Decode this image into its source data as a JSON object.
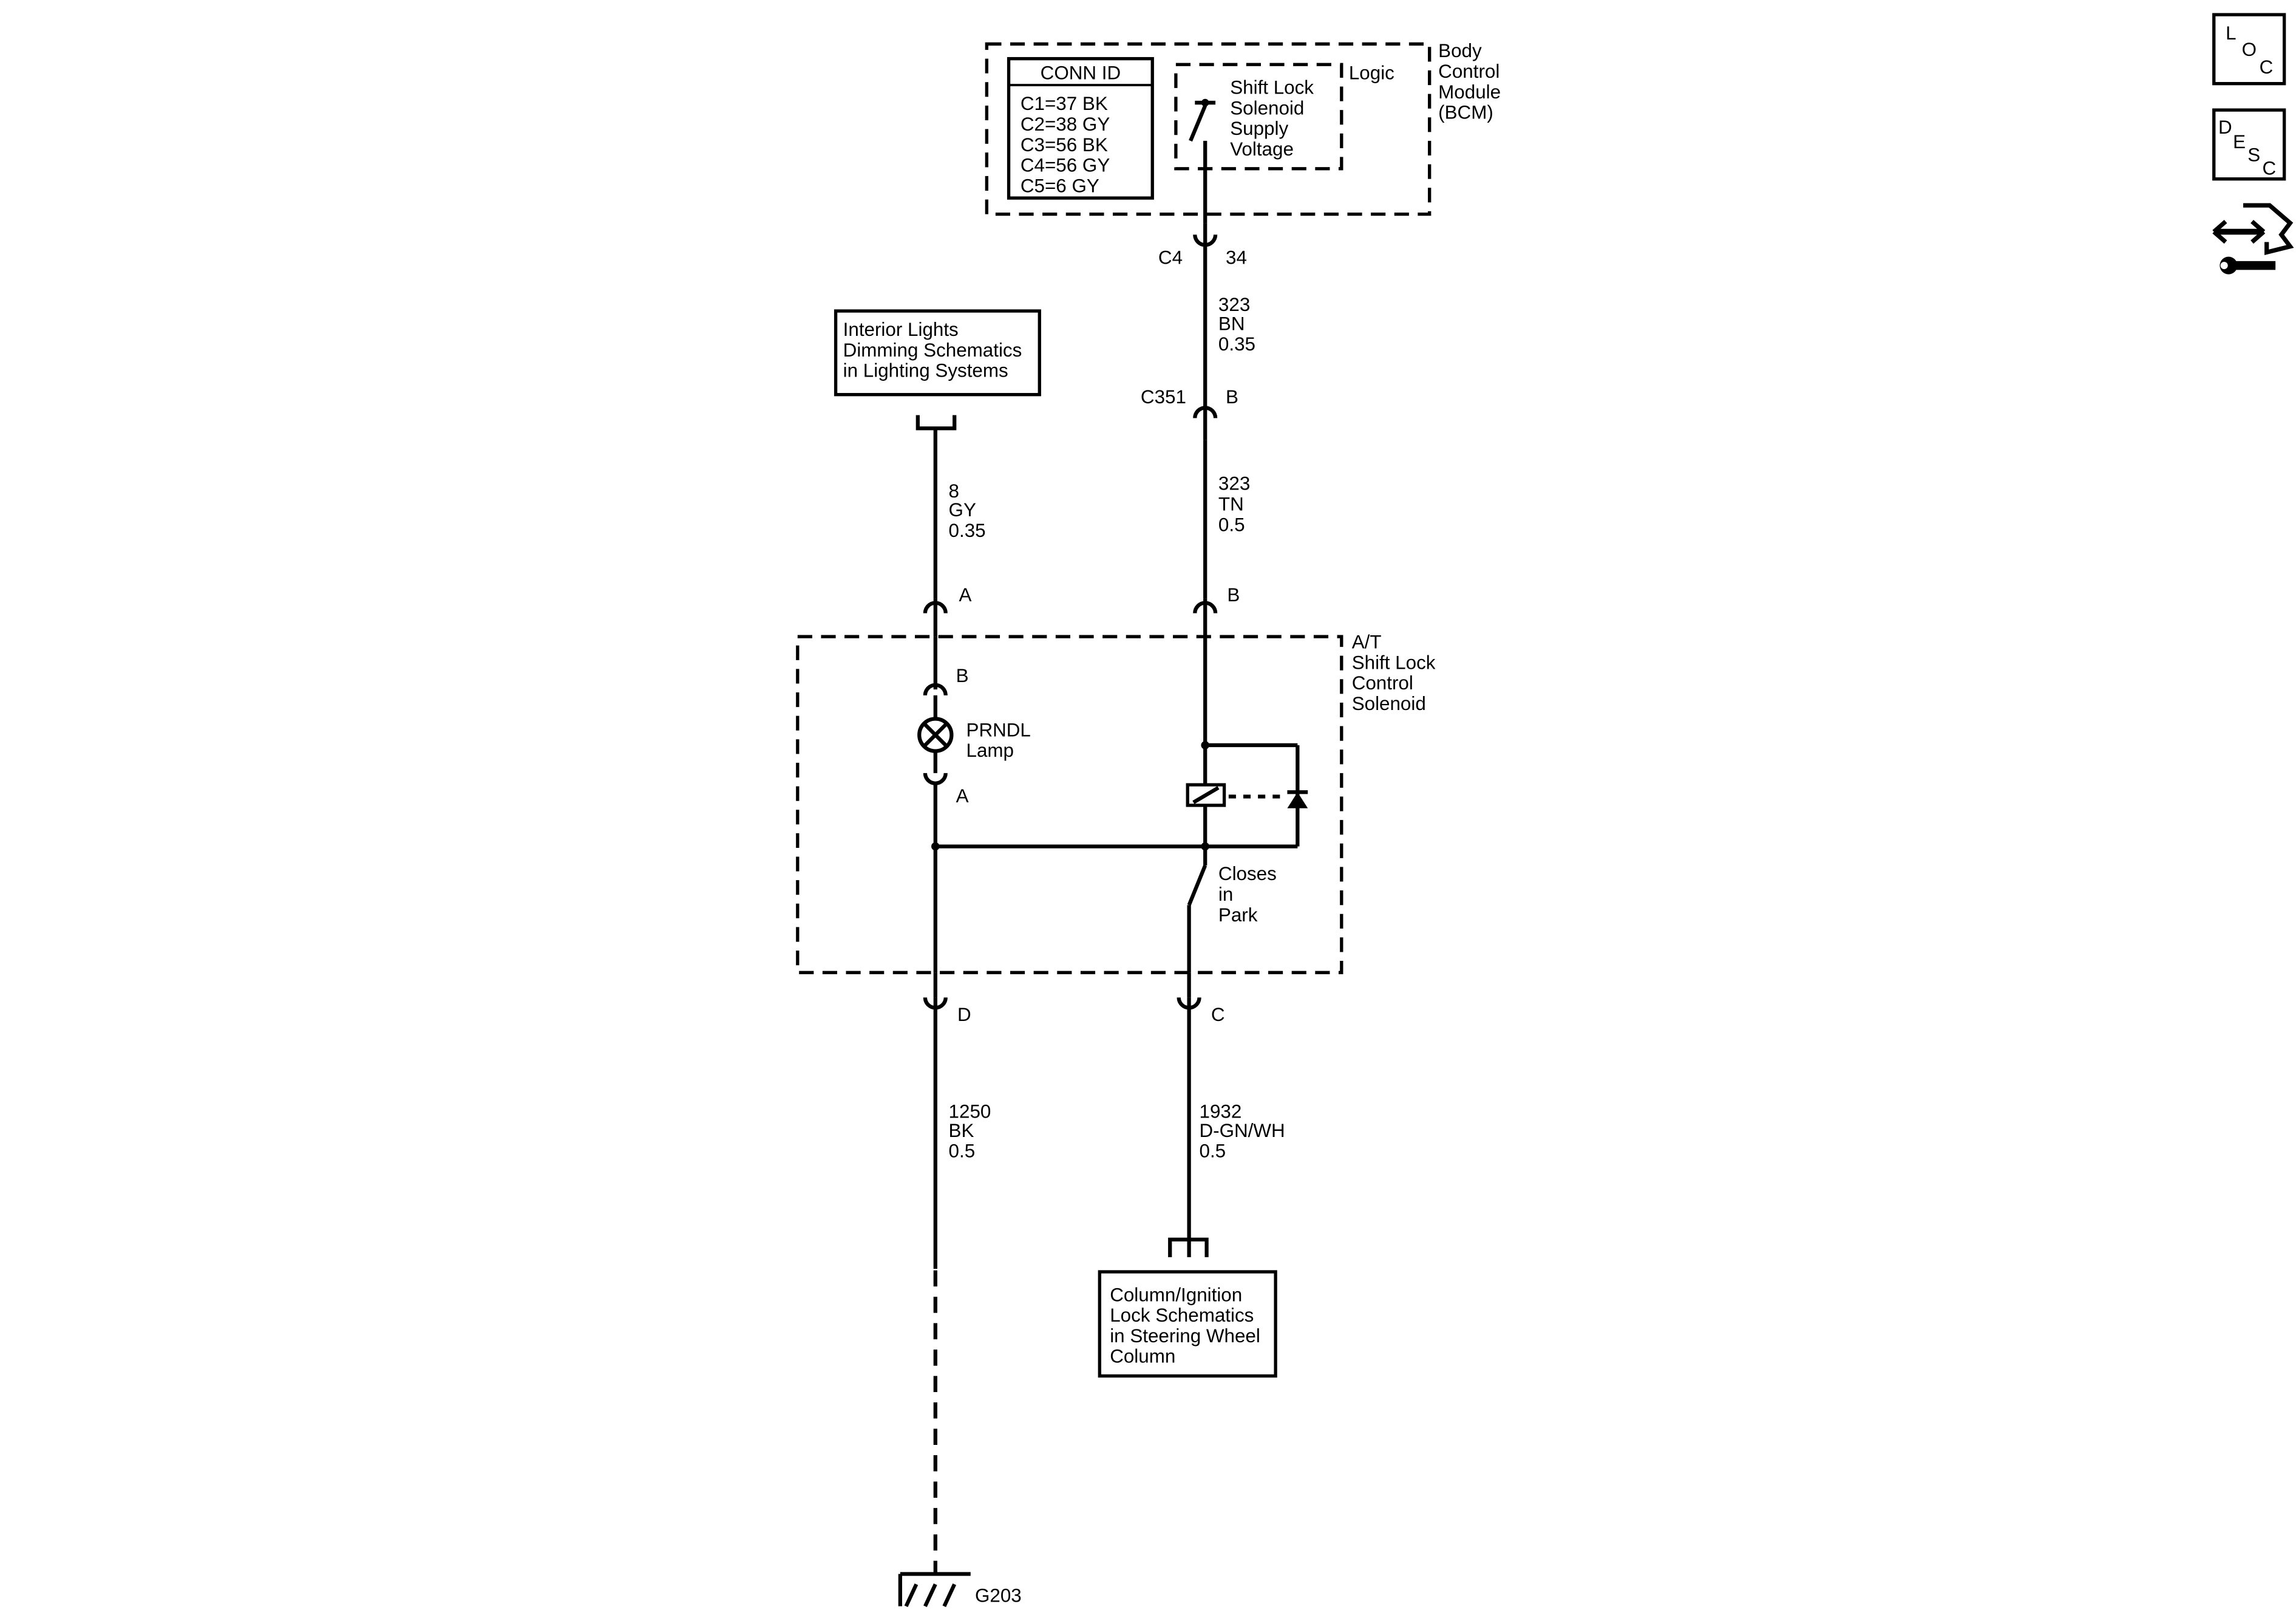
{
  "bcm": {
    "label": [
      "Body",
      "Control",
      "Module",
      "(BCM)"
    ],
    "logic_label": "Logic",
    "conn_id_title": "CONN ID",
    "conn_id_rows": [
      "C1=37 BK",
      "C2=38 GY",
      "C3=56 BK",
      "C4=56 GY",
      "C5=6 GY"
    ],
    "switch_label": [
      "Shift Lock",
      "Solenoid",
      "Supply",
      "Voltage"
    ],
    "connector": "C4",
    "pin": "34"
  },
  "wire_bcm": {
    "circuit": "323",
    "color": "BN",
    "size": "0.35"
  },
  "inline_connector": {
    "name": "C351",
    "pin": "B"
  },
  "wire_solenoid_feed": {
    "circuit": "323",
    "color": "TN",
    "size": "0.5"
  },
  "interior_lights_ref": [
    "Interior Lights",
    "Dimming Schematics",
    "in Lighting Systems"
  ],
  "wire_dimming": {
    "circuit": "8",
    "color": "GY",
    "size": "0.35"
  },
  "solenoid_assembly": {
    "label": [
      "A/T",
      "Shift Lock",
      "Control",
      "Solenoid"
    ],
    "pin_a": "A",
    "pin_b": "B",
    "pin_c": "C",
    "pin_d": "D",
    "lamp_pin_top": "B",
    "lamp_pin_bottom": "A",
    "lamp_label": [
      "PRNDL",
      "Lamp"
    ],
    "switch_label": [
      "Closes",
      "in",
      "Park"
    ]
  },
  "wire_ground": {
    "circuit": "1250",
    "color": "BK",
    "size": "0.5"
  },
  "wire_column": {
    "circuit": "1932",
    "color": "D-GN/WH",
    "size": "0.5"
  },
  "column_ref": [
    "Column/Ignition",
    "Lock Schematics",
    "in Steering Wheel",
    "Column"
  ],
  "ground": {
    "name": "G203"
  },
  "nav_icons": {
    "loc": {
      "letters": [
        "L",
        "O",
        "C"
      ]
    },
    "desc": {
      "letters": [
        "D",
        "E",
        "S",
        "C"
      ]
    },
    "connector_icon": "connector-wrench-icon"
  }
}
